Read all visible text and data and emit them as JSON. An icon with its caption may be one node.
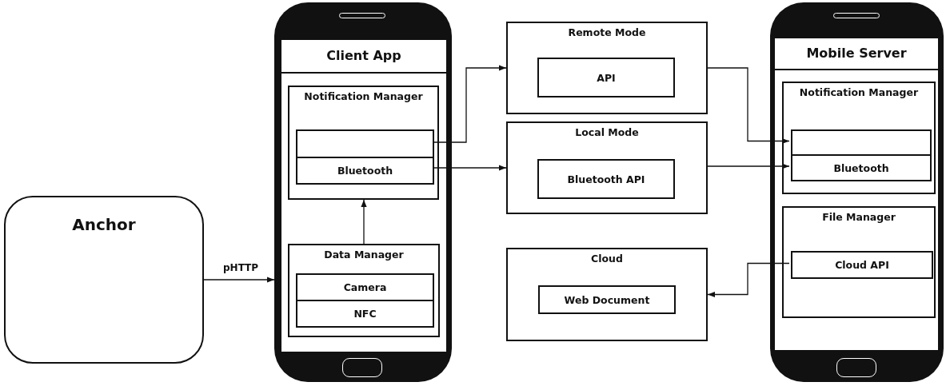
{
  "diagram": {
    "nodes": [
      {
        "text": [
          "Anchor"
        ]
      },
      {
        "text": [
          "Client App"
        ]
      },
      {
        "text": [
          "Notification Manager"
        ],
        "in": 1
      },
      {
        "text": [],
        "shape": "box",
        "in": 2
      },
      {
        "text": [
          "Bluetooth"
        ],
        "in": 2
      },
      {
        "text": [
          "Data Manager"
        ],
        "in": 1
      },
      {
        "text": [
          "Camera"
        ],
        "in": 5
      },
      {
        "text": [
          "NFC"
        ],
        "in": 5
      },
      {
        "text": [
          "Remote Mode"
        ]
      },
      {
        "text": [
          "API"
        ],
        "in": 8
      },
      {
        "text": [
          "Local Mode"
        ]
      },
      {
        "text": [
          "Bluetooth API"
        ],
        "in": 10
      },
      {
        "text": [
          "Cloud"
        ]
      },
      {
        "text": [
          "Web Document"
        ],
        "in": 12
      },
      {
        "text": [
          "Mobile Server"
        ]
      },
      {
        "text": [
          "Notification Manager"
        ],
        "in": 14
      },
      {
        "text": [],
        "shape": "box",
        "in": 15
      },
      {
        "text": [
          "Bluetooth"
        ],
        "in": 15
      },
      {
        "text": [
          "File Manager"
        ],
        "in": 14
      },
      {
        "text": [
          "Cloud API"
        ],
        "in": 18
      }
    ],
    "edges": [
      {
        "from": 0,
        "to": 1,
        "arrow": "to",
        "label": "pHTTP"
      },
      {
        "from": 5,
        "to": 2,
        "arrow": "to"
      },
      {
        "from": 3,
        "to": 8,
        "arrow": "to"
      },
      {
        "from": 4,
        "to": 10,
        "arrow": "to"
      },
      {
        "from": 8,
        "to": 16,
        "arrow": "to"
      },
      {
        "from": 10,
        "to": 17,
        "arrow": "to"
      },
      {
        "from": 19,
        "to": 12,
        "arrow": "to"
      }
    ]
  }
}
